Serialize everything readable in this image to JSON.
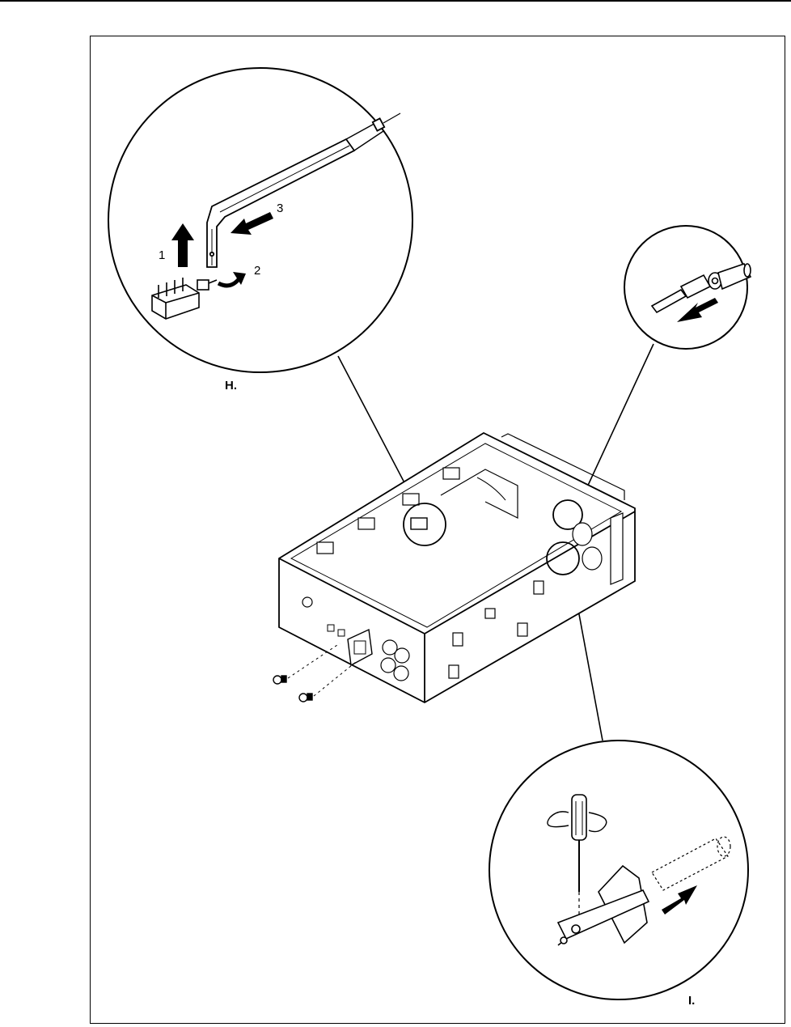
{
  "labels": {
    "detail_h": "H.",
    "detail_i": "I."
  },
  "steps": {
    "one": "1",
    "two": "2",
    "three": "3"
  },
  "colors": {
    "ink": "#000000",
    "paper": "#ffffff"
  }
}
